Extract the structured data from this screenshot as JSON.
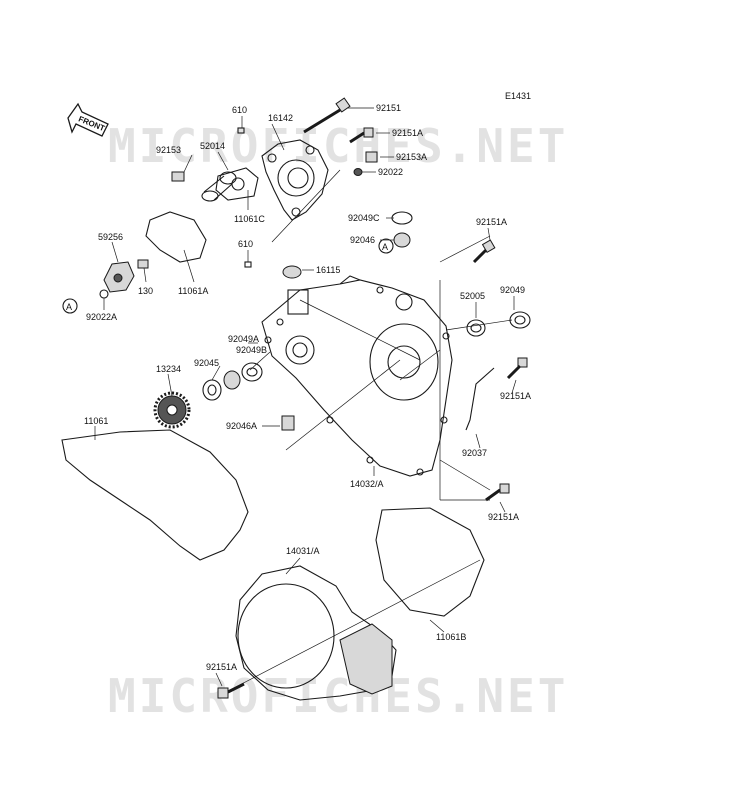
{
  "diagram": {
    "code": "E1431",
    "front_label": "FRONT",
    "watermark": "MICROFICHES.NET",
    "labels": {
      "p92151": "92151",
      "p92151A_top": "92151A",
      "p92153A": "92153A",
      "p92022": "92022",
      "p610_top": "610",
      "p16142": "16142",
      "p92153": "92153",
      "p52014": "52014",
      "p11061C": "11061C",
      "p610_low": "610",
      "p59256": "59256",
      "p130": "130",
      "p11061A": "11061A",
      "p92022A": "92022A",
      "p92049C": "92049C",
      "p92046": "92046",
      "p92151A_right": "92151A",
      "p16115": "16115",
      "p52005": "52005",
      "p92049": "92049",
      "p92049A": "92049A",
      "p92049B": "92049B",
      "p92045": "92045",
      "p13234": "13234",
      "p92151A_mid": "92151A",
      "p11061": "11061",
      "p92046A": "92046A",
      "p92037": "92037",
      "p14032A": "14032/A",
      "p92151A_low": "92151A",
      "p14031A": "14031/A",
      "p11061B": "11061B",
      "p92151A_bottom": "92151A",
      "ref_a1": "A",
      "ref_a2": "A"
    }
  }
}
